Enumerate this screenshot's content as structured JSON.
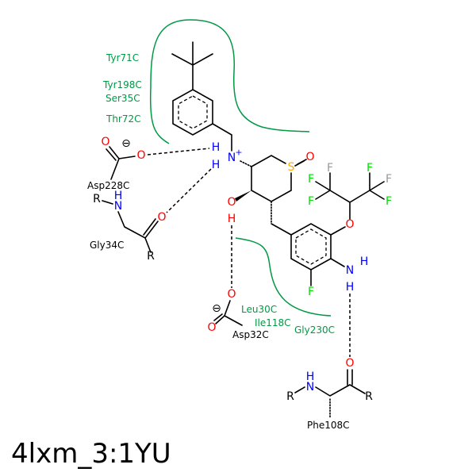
{
  "title": "4lxm_3:1YU",
  "colors": {
    "residue": "#009944",
    "oxygen": "#ff0000",
    "nitrogen": "#0000ff",
    "sulfur": "#ffaa00",
    "fluorine": "#00dd00",
    "fluorine_alt": "#999999"
  },
  "residues": {
    "hydrophobic": [
      "Tyr71C",
      "Tyr198C",
      "Ser35C",
      "Thr72C",
      "Leu30C",
      "Ile118C",
      "Gly230C"
    ],
    "hbond": [
      "Asp228C",
      "Gly34C",
      "Asp32C",
      "Phe108C"
    ]
  },
  "atoms": {
    "O": "O",
    "N": "N",
    "H": "H",
    "S": "S",
    "F": "F",
    "R": "R",
    "plus": "+",
    "minus": "⊖"
  }
}
